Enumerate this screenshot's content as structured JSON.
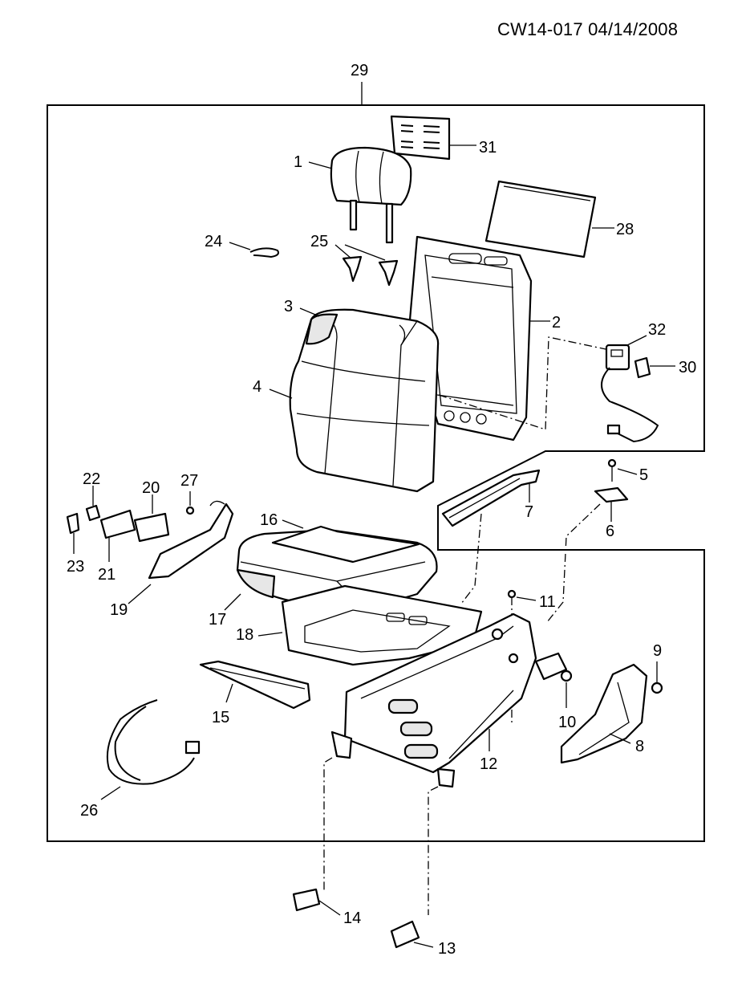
{
  "header": {
    "code": "CW14-017  04/14/2008"
  },
  "callouts": [
    "1",
    "2",
    "3",
    "4",
    "5",
    "6",
    "7",
    "8",
    "9",
    "10",
    "11",
    "12",
    "13",
    "14",
    "15",
    "16",
    "17",
    "18",
    "19",
    "20",
    "21",
    "22",
    "23",
    "24",
    "25",
    "26",
    "27",
    "28",
    "29",
    "30",
    "31",
    "32"
  ]
}
